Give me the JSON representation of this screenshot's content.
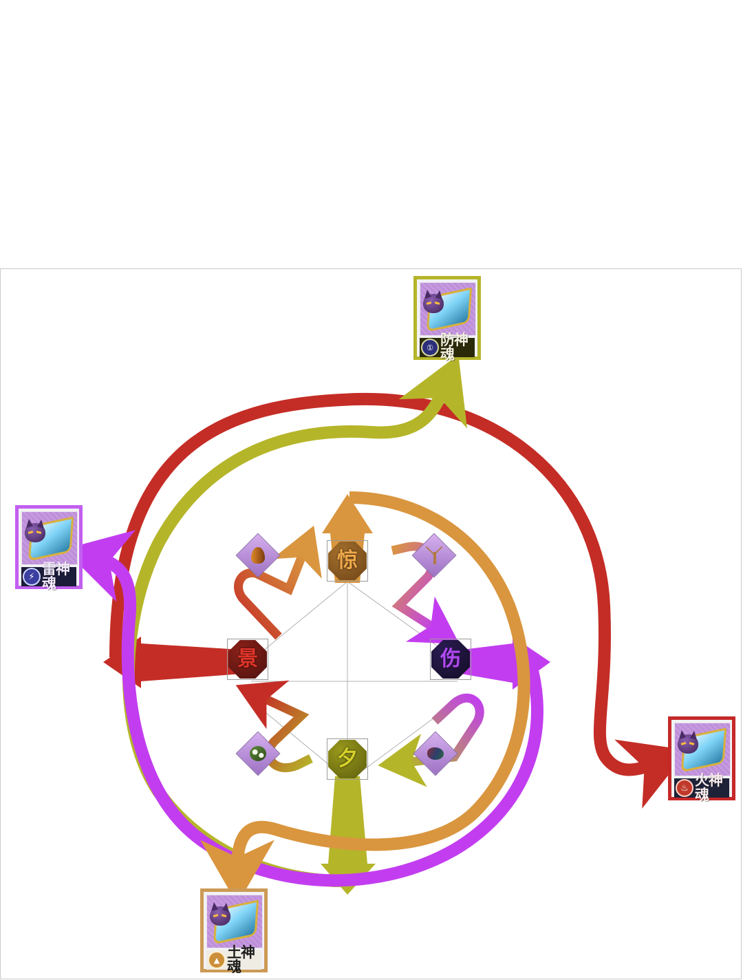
{
  "diagram": {
    "title": "",
    "type": "element-relationship-wheel",
    "background_color": "#ffffff",
    "frame_color": "#c9c9c9"
  },
  "cards": [
    {
      "id": "card-top",
      "name": "防神魂",
      "badge_glyph": "①",
      "frame_color": "#b5b52a",
      "badge_color": "#2b2f7a",
      "text_color": "#f2f0df",
      "position": "top"
    },
    {
      "id": "card-left",
      "name": "雷神魂",
      "badge_glyph": "⚡",
      "frame_color": "#c25ff0",
      "badge_color": "#3b3fa0",
      "text_color": "#f3eafb",
      "position": "left"
    },
    {
      "id": "card-right",
      "name": "火神魂",
      "badge_glyph": "♨",
      "frame_color": "#c62828",
      "badge_color": "#c0392b",
      "text_color": "#f7eaea",
      "position": "right"
    },
    {
      "id": "card-bottom",
      "name": "土神魂",
      "badge_glyph": "▲",
      "frame_color": "#cc9a55",
      "badge_color": "#cc8f3a",
      "text_color": "#1e1e1e",
      "position": "bottom"
    }
  ],
  "nodes": [
    {
      "id": "node-top",
      "label": "惊",
      "fill": "#8a5a22",
      "text_color": "#f0a84a",
      "position": "top"
    },
    {
      "id": "node-left",
      "label": "景",
      "fill": "#6e1a16",
      "text_color": "#e0352a",
      "position": "left"
    },
    {
      "id": "node-right",
      "label": "伤",
      "fill": "#1d1438",
      "text_color": "#b14bf0",
      "position": "right"
    },
    {
      "id": "node-bottom",
      "label": "夕",
      "fill": "#7a7a14",
      "text_color": "#d6d12a",
      "position": "bottom"
    }
  ],
  "gems": [
    {
      "id": "gem-upper-left",
      "icon": "dome-icon",
      "fill": "#b07a3a"
    },
    {
      "id": "gem-upper-right",
      "icon": "tree-icon",
      "fill": "#a87a46"
    },
    {
      "id": "gem-lower-left",
      "icon": "flower-icon",
      "fill": "#4f7a3a"
    },
    {
      "id": "gem-lower-right",
      "icon": "creature-icon",
      "fill": "#3a3a5a"
    }
  ],
  "arcs": [
    {
      "id": "arc-red",
      "color": "#c42d26",
      "from": "node-left",
      "to": "card-right",
      "label": "red-outer-arc"
    },
    {
      "id": "arc-olive",
      "color": "#b5b52a",
      "from": "node-bottom",
      "to": "card-top",
      "label": "olive-arc"
    },
    {
      "id": "arc-purple",
      "color": "#c23df0",
      "from": "node-right",
      "to": "card-left",
      "label": "purple-arc"
    },
    {
      "id": "arc-orange",
      "color": "#d9963f",
      "from": "node-top",
      "to": "card-bottom",
      "label": "orange-arc"
    }
  ],
  "inner_arrows": [
    {
      "id": "inner-left-up",
      "from": "node-left",
      "to": "node-top",
      "from_color": "#c42d26",
      "to_color": "#d9963f"
    },
    {
      "id": "inner-top-right",
      "from": "node-top",
      "to": "node-right",
      "from_color": "#d9963f",
      "to_color": "#c23df0"
    },
    {
      "id": "inner-right-down",
      "from": "node-right",
      "to": "node-bottom",
      "from_color": "#c23df0",
      "to_color": "#b5b52a"
    },
    {
      "id": "inner-bottom-left",
      "from": "node-bottom",
      "to": "node-left",
      "from_color": "#b5b52a",
      "to_color": "#c42d26"
    }
  ],
  "stub_arrows": [
    {
      "id": "stub-left",
      "color": "#c42d26",
      "from": "node-left",
      "direction": "left"
    },
    {
      "id": "stub-right",
      "color": "#c23df0",
      "from": "node-right",
      "direction": "right"
    },
    {
      "id": "stub-up",
      "color": "#d9963f",
      "from": "node-top",
      "direction": "up"
    },
    {
      "id": "stub-down",
      "color": "#b5b52a",
      "from": "node-bottom",
      "direction": "down"
    }
  ],
  "guide_lines": {
    "color": "#b0b0b0",
    "shape": "diamond-plus"
  }
}
